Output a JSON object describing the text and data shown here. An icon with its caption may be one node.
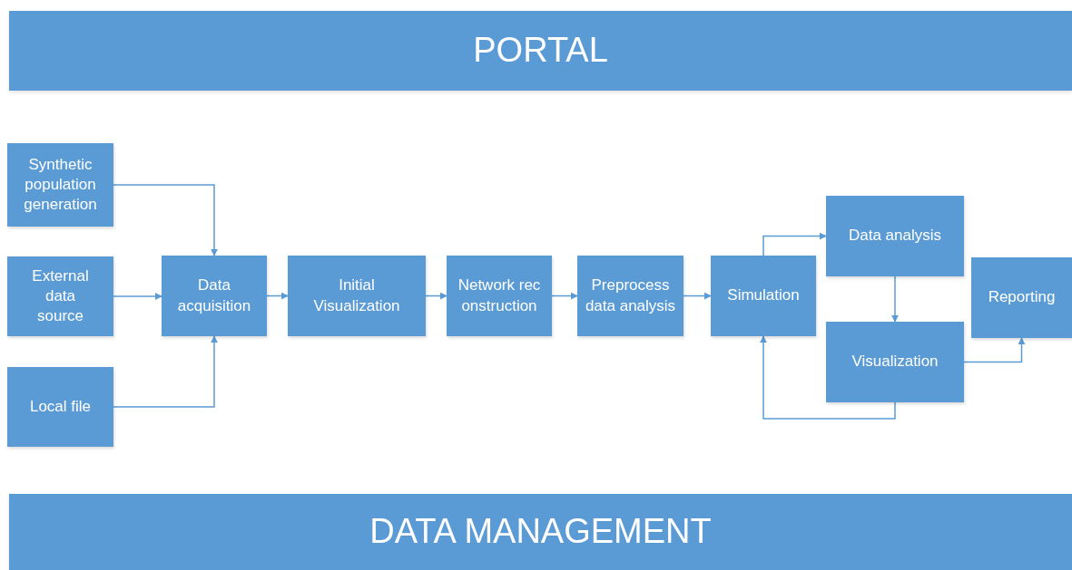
{
  "diagram": {
    "nodes": [
      {
        "text": [
          "PORTAL"
        ]
      },
      {
        "text": [
          "Synthetic population generation"
        ]
      },
      {
        "text": [
          "External data source"
        ]
      },
      {
        "text": [
          "Local file"
        ]
      },
      {
        "text": [
          "Data acquisition"
        ]
      },
      {
        "text": [
          "Initial Visualization"
        ]
      },
      {
        "text": [
          "Network reconstruction"
        ]
      },
      {
        "text": [
          "Preprocess data analysis"
        ]
      },
      {
        "text": [
          "Simulation"
        ]
      },
      {
        "text": [
          "Data analysis"
        ]
      },
      {
        "text": [
          "Visualization"
        ]
      },
      {
        "text": [
          "Reporting"
        ]
      },
      {
        "text": [
          "DATA MANAGEMENT"
        ]
      }
    ],
    "edges": [
      {
        "from": 1,
        "to": 4,
        "arrow": "to"
      },
      {
        "from": 2,
        "to": 4,
        "arrow": "to"
      },
      {
        "from": 3,
        "to": 4,
        "arrow": "to"
      },
      {
        "from": 4,
        "to": 5,
        "arrow": "to"
      },
      {
        "from": 5,
        "to": 6,
        "arrow": "to"
      },
      {
        "from": 6,
        "to": 7,
        "arrow": "to"
      },
      {
        "from": 7,
        "to": 8,
        "arrow": "to"
      },
      {
        "from": 8,
        "to": 9,
        "arrow": "to"
      },
      {
        "from": 9,
        "to": 10,
        "arrow": "to"
      },
      {
        "from": 10,
        "to": 8,
        "arrow": "to"
      },
      {
        "from": 10,
        "to": 11,
        "arrow": "to"
      }
    ]
  }
}
